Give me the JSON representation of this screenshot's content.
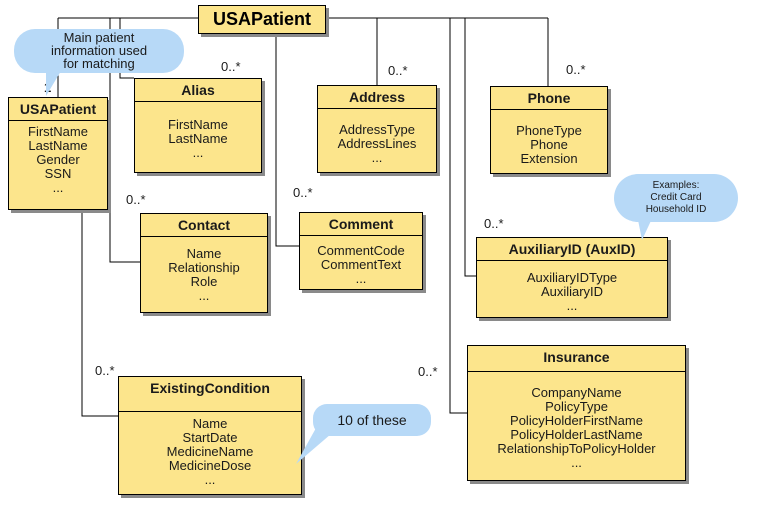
{
  "root": {
    "title": "USAPatient"
  },
  "callouts": {
    "matching": [
      "Main patient",
      "information used",
      "for matching"
    ],
    "examples": [
      "Examples:",
      "Credit Card",
      "Household ID"
    ],
    "ten": "10 of these"
  },
  "classes": {
    "patient": {
      "title": "USAPatient",
      "multiplicity": "1",
      "fields": [
        "FirstName",
        "LastName",
        "Gender",
        "SSN",
        "..."
      ]
    },
    "alias": {
      "title": "Alias",
      "multiplicity": "0..*",
      "fields": [
        "FirstName",
        "LastName",
        "..."
      ]
    },
    "address": {
      "title": "Address",
      "multiplicity": "0..*",
      "fields": [
        "AddressType",
        "AddressLines",
        "..."
      ]
    },
    "phone": {
      "title": "Phone",
      "multiplicity": "0..*",
      "fields": [
        "PhoneType",
        "Phone",
        "Extension"
      ]
    },
    "contact": {
      "title": "Contact",
      "multiplicity": "0..*",
      "fields": [
        "Name",
        "Relationship",
        "Role",
        "..."
      ]
    },
    "comment": {
      "title": "Comment",
      "multiplicity": "0..*",
      "fields": [
        "CommentCode",
        "CommentText",
        "..."
      ]
    },
    "auxid": {
      "title": "AuxiliaryID (AuxID)",
      "multiplicity": "0..*",
      "fields": [
        "AuxiliaryIDType",
        "AuxiliaryID",
        "..."
      ]
    },
    "condition": {
      "title": "ExistingCondition",
      "multiplicity": "0..*",
      "fields": [
        "Name",
        "StartDate",
        "MedicineName",
        "MedicineDose",
        "..."
      ]
    },
    "insurance": {
      "title": "Insurance",
      "multiplicity": "0..*",
      "fields": [
        "CompanyName",
        "PolicyType",
        "PolicyHolderFirstName",
        "PolicyHolderLastName",
        "RelationshipToPolicyHolder",
        "..."
      ]
    }
  }
}
